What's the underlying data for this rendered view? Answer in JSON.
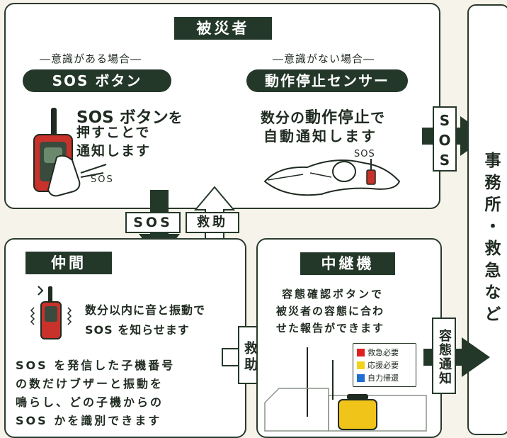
{
  "victim": {
    "title": "被災者",
    "conscious": {
      "caption": "―意識がある場合―",
      "button": "SOS ボタン",
      "line1_bold": "SOS ボタン",
      "line1_rest": "を",
      "line2": "押すことで",
      "line3": "通知します",
      "sound": "SOS"
    },
    "unconscious": {
      "caption": "―意識がない場合―",
      "button": "動作停止センサー",
      "line1_a": "数分の",
      "line1_bold": "動作停止",
      "line1_b": "で",
      "line2": "自動通知します",
      "sound": "SOS"
    }
  },
  "arrow_sos": "SOS",
  "arrow_rescue": "救助",
  "arrow_right_sos": "SOS",
  "hq": "事務所・救急など",
  "companion": {
    "title": "仲間",
    "line1": "数分以内に音と振動で",
    "line2": "SOS を知らせます",
    "para": [
      "SOS を発信した子機番号",
      "の数だけブザーと振動を",
      "鳴らし、どの子機からの",
      "SOS かを識別できます"
    ]
  },
  "rescue_mid": "救助",
  "relay": {
    "title": "中継機",
    "line1": "容態確認ボタンで",
    "line2": "被災者の容態に合わ",
    "line3": "せた報告ができます",
    "legend": [
      {
        "label": "救急必要",
        "color": "#e02020"
      },
      {
        "label": "応援必要",
        "color": "#f2d21b"
      },
      {
        "label": "自力帰還",
        "color": "#1f6fd0"
      }
    ]
  },
  "status_notify": "容態通知",
  "colors": {
    "dark": "#24382a",
    "device_red": "#c8322b",
    "relay_yellow": "#f0c419"
  }
}
